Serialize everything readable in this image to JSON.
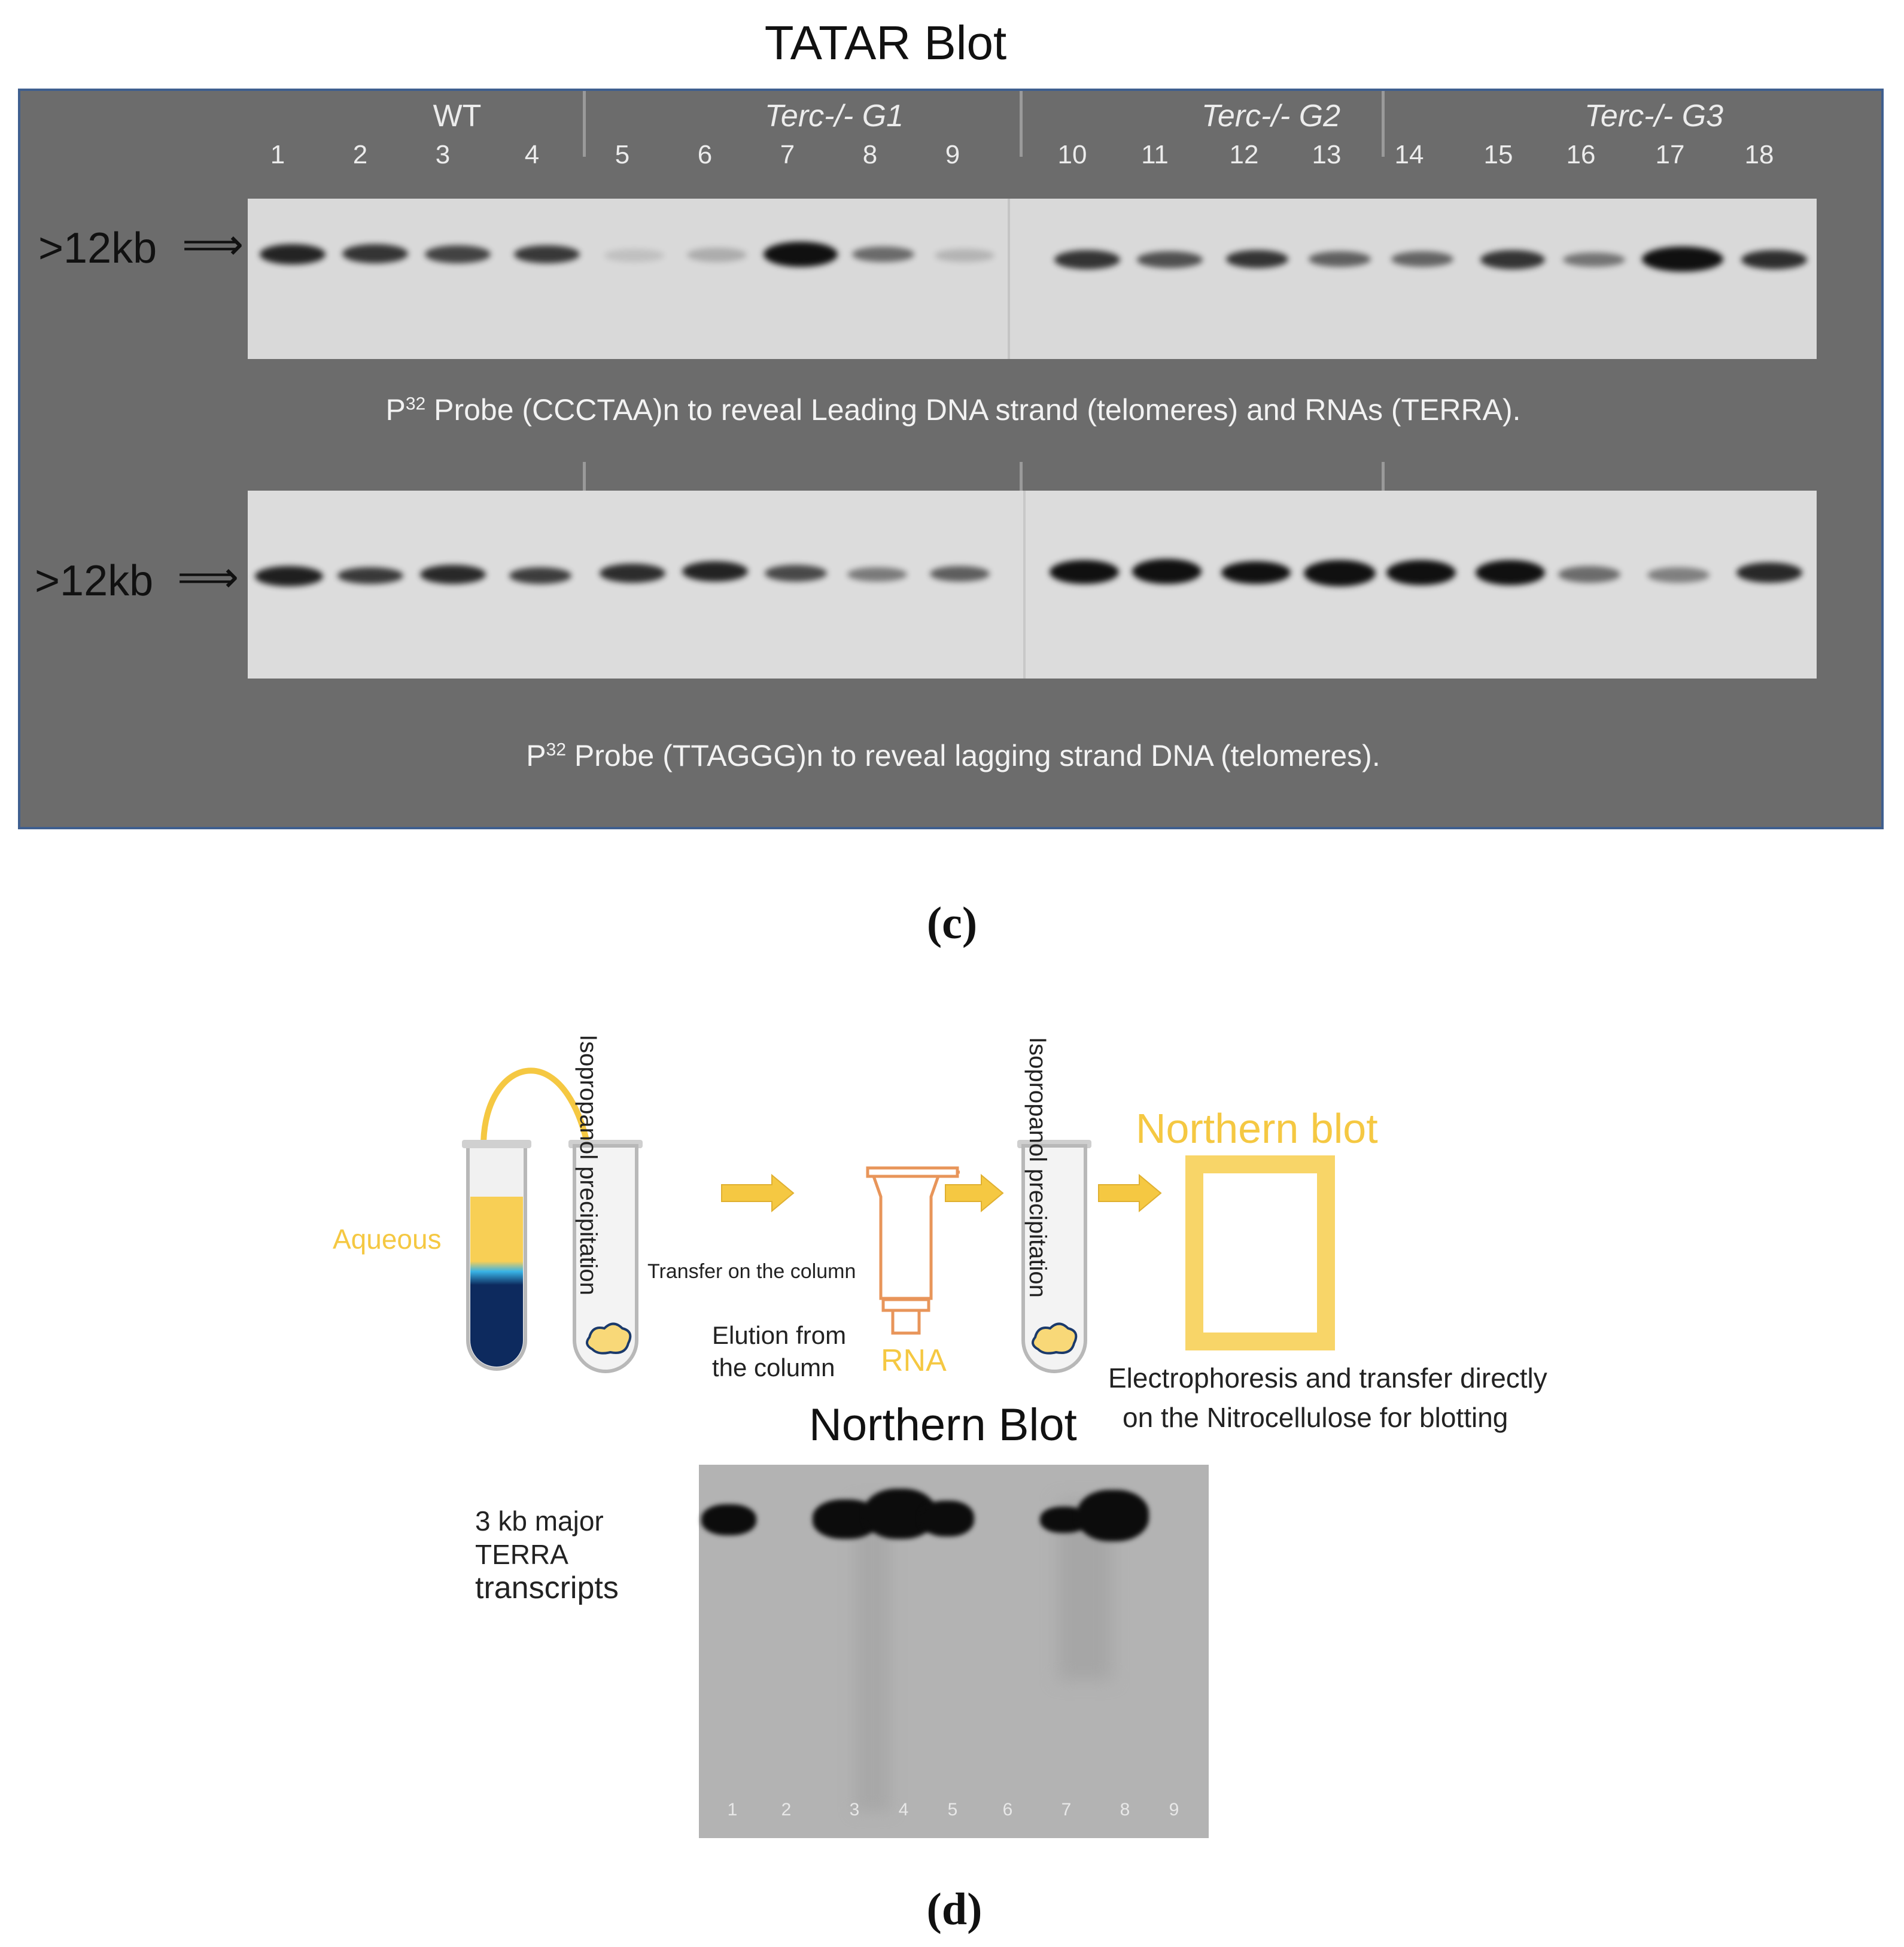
{
  "panel_c": {
    "title": "TATAR Blot",
    "groups": [
      "WT",
      "Terc-/- G1",
      "Terc-/- G2",
      "Terc-/- G3"
    ],
    "lanes": [
      "1",
      "2",
      "3",
      "4",
      "5",
      "6",
      "7",
      "8",
      "9",
      "10",
      "11",
      "12",
      "13",
      "14",
      "15",
      "16",
      "17",
      "18"
    ],
    "size_marker": ">12kb",
    "probe1": {
      "prefix": "P",
      "sup": "32",
      "text": " Probe (CCCTAA)n to reveal   Leading DNA strand (telomeres) and RNAs (TERRA)."
    },
    "probe2": {
      "prefix": "P",
      "sup": "32",
      "text": " Probe (TTAGGG)n to reveal  lagging strand DNA (telomeres)."
    },
    "label": "(c)"
  },
  "panel_d": {
    "aqueous": "Aqueous",
    "isopropanol1": "Isopropanol precipitation",
    "transfer": "Transfer on the column",
    "elution_line1": "Elution from",
    "elution_line2": "the column",
    "rna": "RNA",
    "isopropanol2": "Isopropanol precipitation",
    "northern_small": "Northern blot",
    "electro_line1": "Electrophoresis and transfer directly",
    "electro_line2": "on the Nitrocellulose for blotting",
    "northern_title": "Northern Blot",
    "terra_line1": "3 kb major",
    "terra_line2": "TERRA",
    "terra_line3": "transcripts",
    "lanes": [
      "1",
      "2",
      "3",
      "4",
      "5",
      "6",
      "7",
      "8",
      "9"
    ],
    "label": "(d)"
  },
  "colors": {
    "yellow": "#f5c842",
    "navy": "#0d2a5e",
    "panel_gray": "#6c6c6c",
    "border": "#3f5f8f",
    "orange": "#e8955a"
  }
}
